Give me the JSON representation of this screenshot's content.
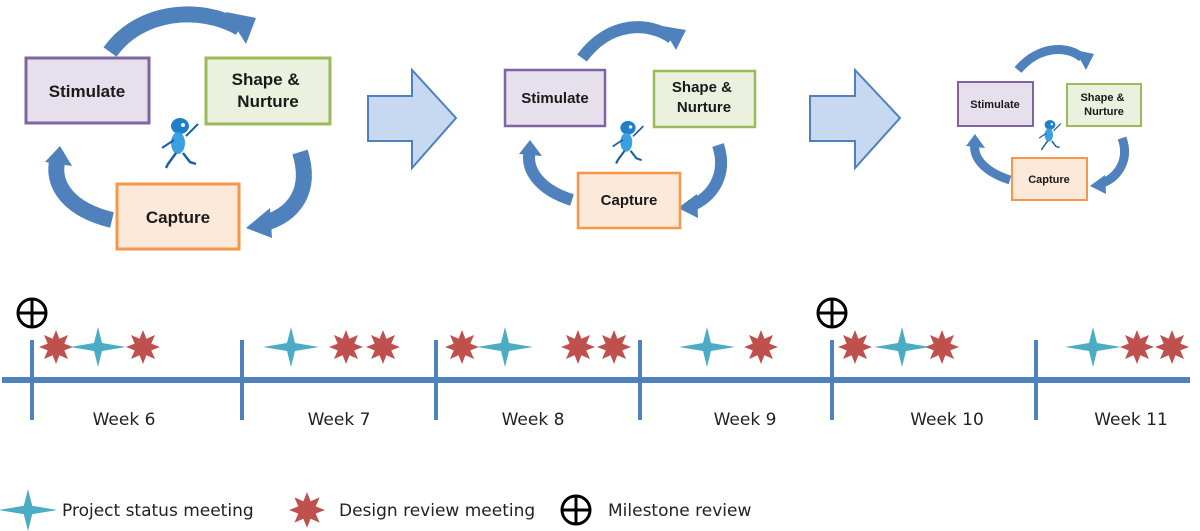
{
  "colors": {
    "cycle_arrow": "#4f81bd",
    "stimulate_border": "#8064a2",
    "stimulate_fill": "#e6e0ec",
    "shape_border": "#9bbb59",
    "shape_fill": "#ebf1de",
    "capture_border": "#f79646",
    "capture_fill": "#fde9d9",
    "big_arrow_border": "#4f81bd",
    "big_arrow_fill": "#c6d9f1",
    "timeline": "#4f81bd",
    "status_star": "#4bacc6",
    "review_star": "#c0504d",
    "milestone": "#000000"
  },
  "cycles": [
    {
      "stimulate": "Stimulate",
      "shape": [
        "Shape &",
        "Nurture"
      ],
      "capture": "Capture",
      "figure_icon": "dancing-figure-icon"
    },
    {
      "stimulate": "Stimulate",
      "shape": [
        "Shape &",
        "Nurture"
      ],
      "capture": "Capture",
      "figure_icon": "dancing-figure-icon"
    },
    {
      "stimulate": "Stimulate",
      "shape": [
        "Shape &",
        "Nurture"
      ],
      "capture": "Capture",
      "figure_icon": "dancing-figure-icon"
    }
  ],
  "timeline": {
    "weeks": [
      {
        "label": "Week 6",
        "events": [
          "design",
          "status",
          "design"
        ],
        "milestone": true
      },
      {
        "label": "Week 7",
        "events": [
          "status",
          "design",
          "design"
        ],
        "milestone": false
      },
      {
        "label": "Week 8",
        "events": [
          "design",
          "status",
          "design",
          "design"
        ],
        "milestone": false
      },
      {
        "label": "Week 9",
        "events": [
          "status",
          "design"
        ],
        "milestone": false
      },
      {
        "label": "Week 10",
        "events": [
          "design",
          "status",
          "design"
        ],
        "milestone": true
      },
      {
        "label": "Week 11",
        "events": [
          "status",
          "design",
          "design"
        ],
        "milestone": false
      }
    ]
  },
  "legend": {
    "status": "Project status meeting",
    "design": "Design review meeting",
    "milestone": "Milestone review"
  }
}
